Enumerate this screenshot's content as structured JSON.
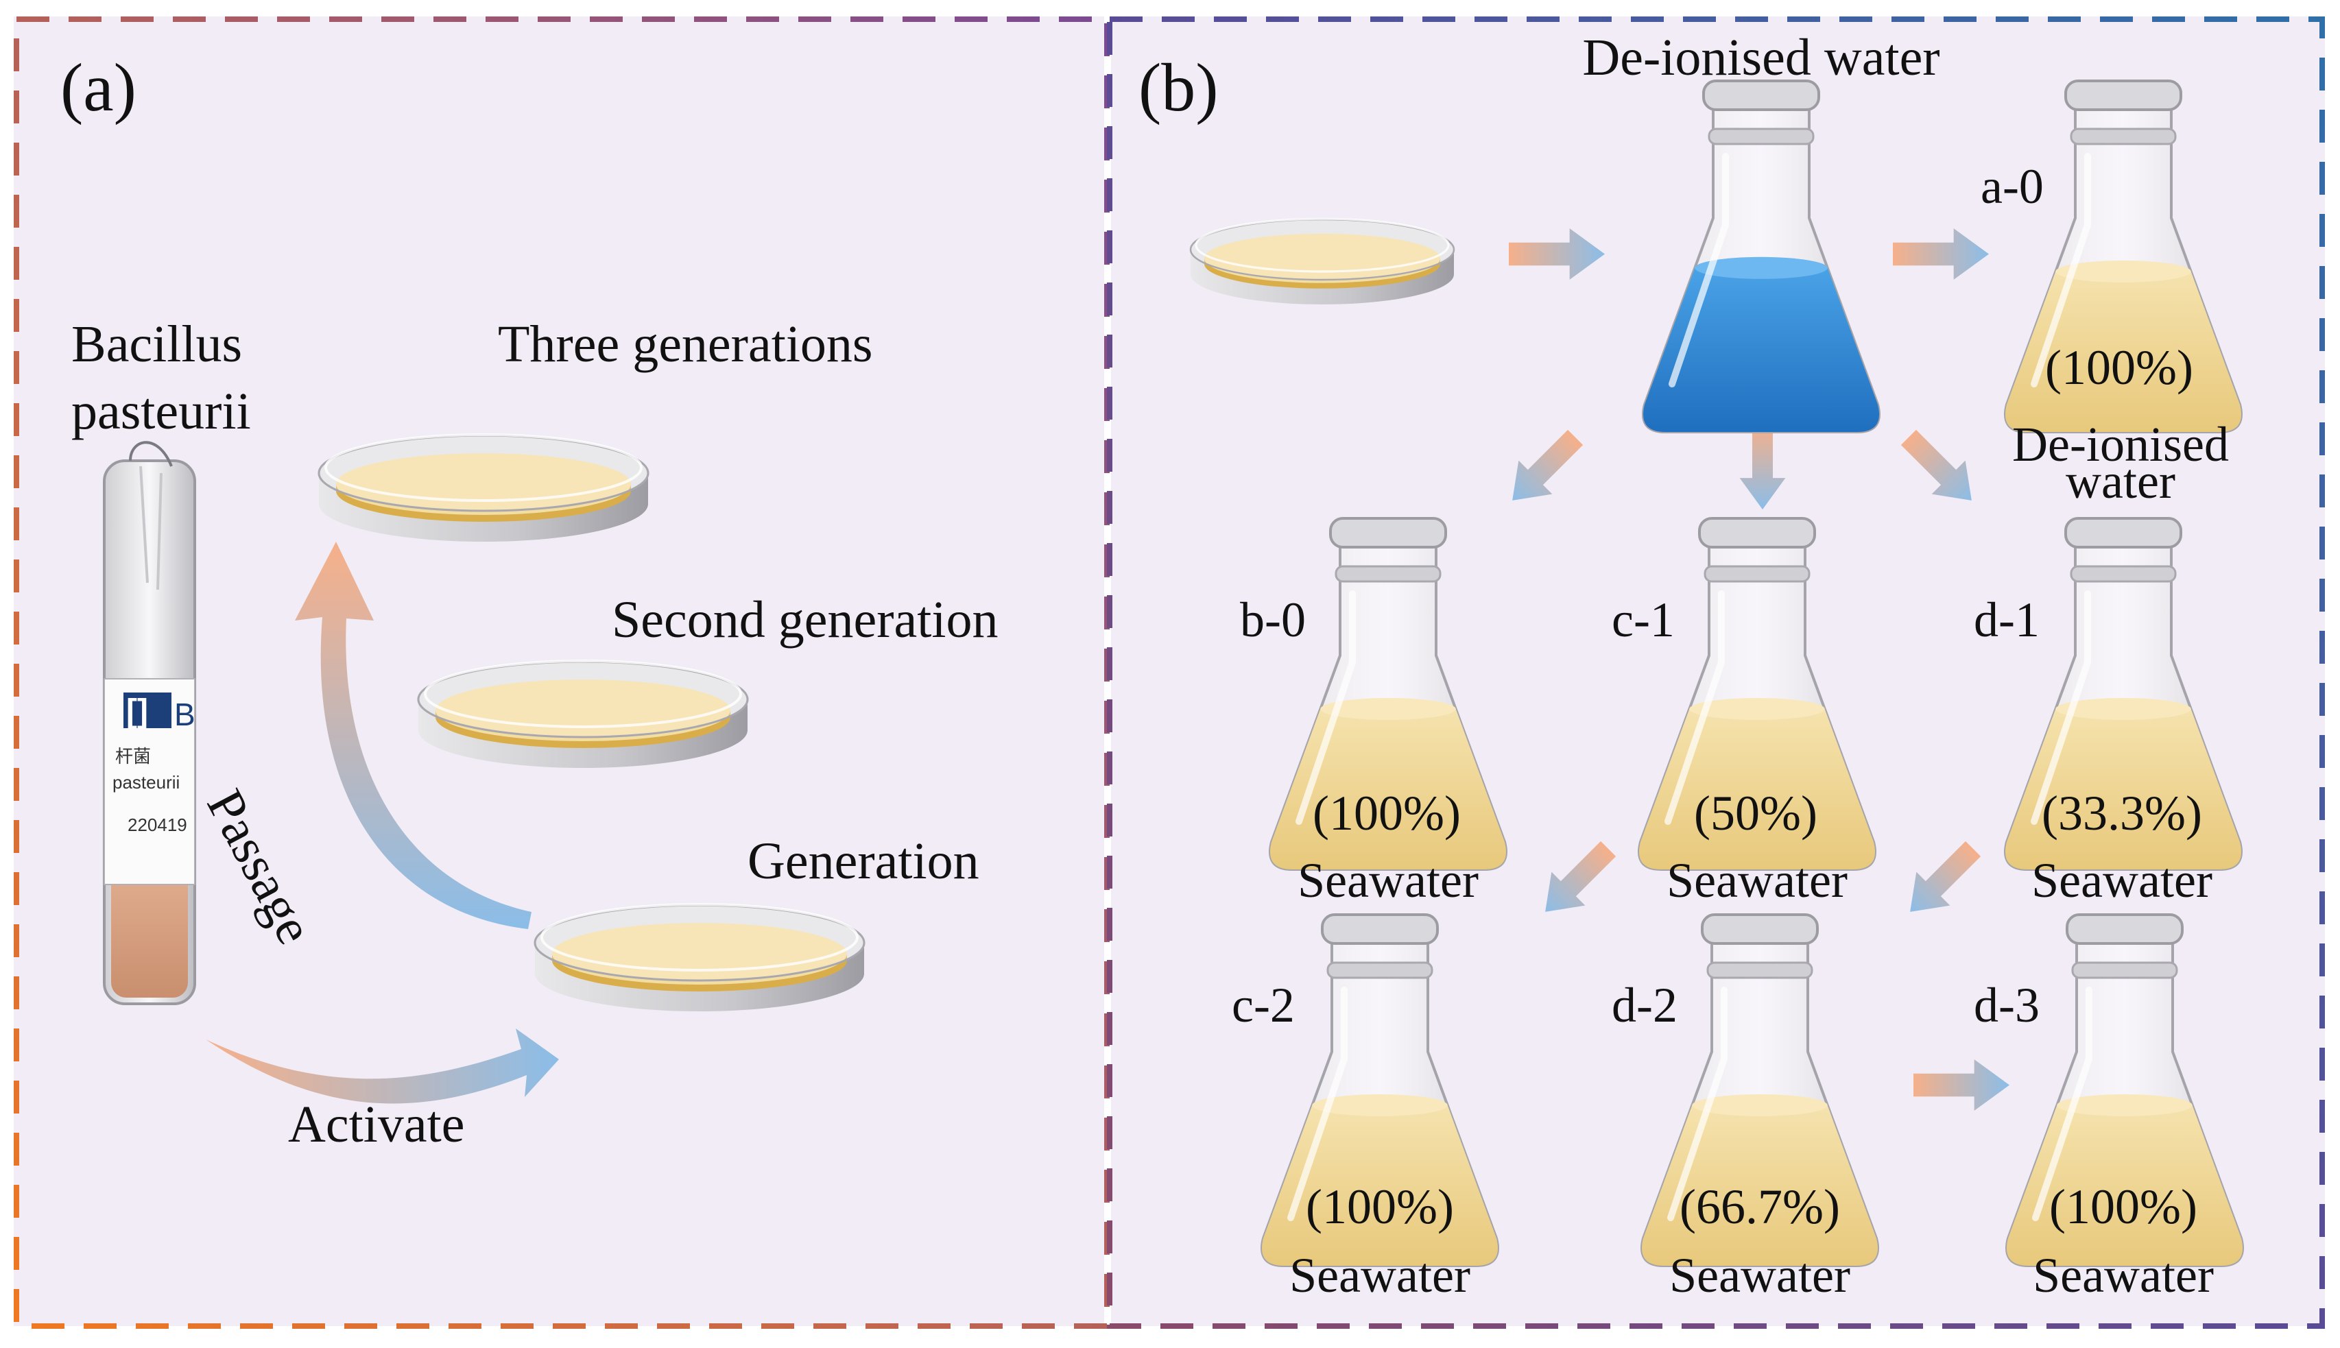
{
  "panel_a": {
    "label": "(a)",
    "strain_line1": "Bacillus",
    "strain_line2": "pasteurii",
    "tube_label_brand": "B",
    "tube_label_cn": "杆菌",
    "tube_label_name": "pasteurii",
    "tube_label_code": "220419",
    "three_generations": "Three generations",
    "second_generation": "Second generation",
    "generation": "Generation",
    "passage": "Passage",
    "activate": "Activate"
  },
  "panel_b": {
    "label": "(b)",
    "top_title": "De-ionised water",
    "flasks": {
      "a0": {
        "code": "a-0",
        "pct": "(100%)",
        "fill": 0.45
      },
      "b0": {
        "code": "b-0",
        "pct": "(100%)",
        "caption": "Seawater",
        "fill": 0.45
      },
      "c1": {
        "code": "c-1",
        "pct": "(50%)",
        "caption": "Seawater",
        "fill": 0.45
      },
      "d1": {
        "code": "d-1",
        "pct": "(33.3%)",
        "caption": "Seawater",
        "fill": 0.45
      },
      "c2": {
        "code": "c-2",
        "pct": "(100%)",
        "caption": "Seawater",
        "fill": 0.45
      },
      "d2": {
        "code": "d-2",
        "pct": "(66.7%)",
        "caption": "Seawater",
        "fill": 0.45
      },
      "d3": {
        "code": "d-3",
        "pct": "(100%)",
        "caption": "Seawater",
        "fill": 0.45
      }
    },
    "dw_line1": "De-ionised",
    "dw_line2": "water"
  },
  "colors": {
    "background": "#f1ecf5",
    "border_orange": "#f07820",
    "border_purple": "#7a4a92",
    "border_blue": "#2f6fa8",
    "medium_yellow": "#f2d99a",
    "deionised_blue": "#3a8fd6",
    "arrow_orange": "#f6b08a",
    "arrow_blue": "#8bbde8"
  }
}
